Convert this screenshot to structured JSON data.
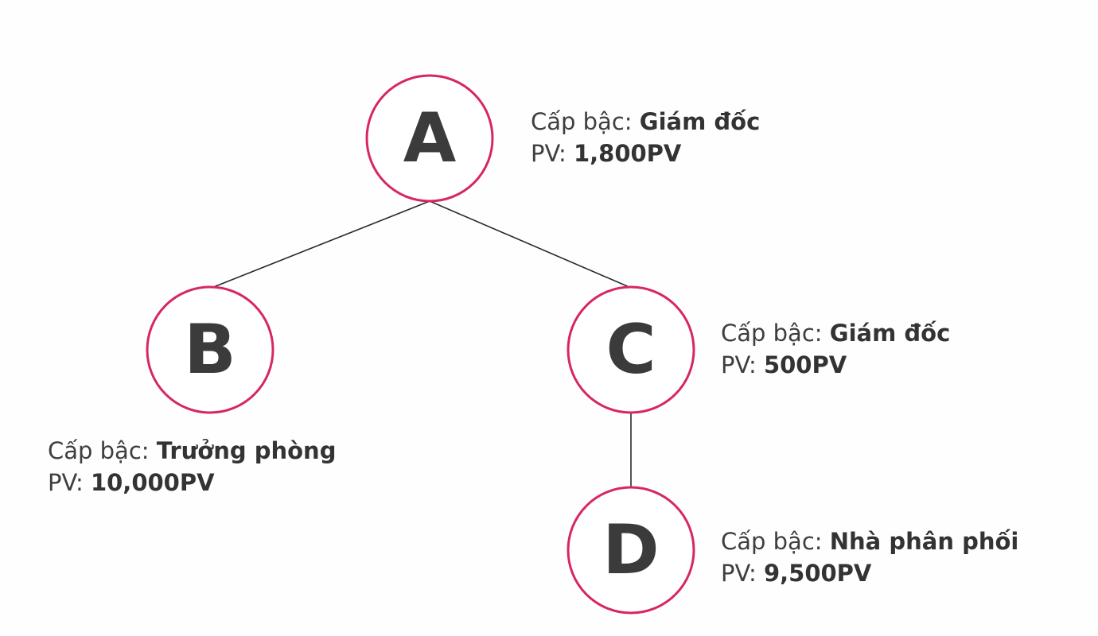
{
  "nodes": {
    "a": {
      "letter": "A",
      "rank_label": "Cấp bậc:",
      "rank": "Giám đốc",
      "pv_label": "PV:",
      "pv": "1,800PV"
    },
    "b": {
      "letter": "B",
      "rank_label": "Cấp bậc:",
      "rank": "Trưởng phòng",
      "pv_label": "PV:",
      "pv": "10,000PV"
    },
    "c": {
      "letter": "C",
      "rank_label": "Cấp bậc:",
      "rank": "Giám đốc",
      "pv_label": "PV:",
      "pv": "500PV"
    },
    "d": {
      "letter": "D",
      "rank_label": "Cấp bậc:",
      "rank": "Nhà phân phối",
      "pv_label": "PV:",
      "pv": "9,500PV"
    }
  },
  "edges": [
    {
      "from": "A",
      "to": "B"
    },
    {
      "from": "A",
      "to": "C"
    },
    {
      "from": "C",
      "to": "D"
    }
  ],
  "colors": {
    "circle_stroke": "#d6285e",
    "edge": "#2a2a2a",
    "letter": "#3b3b3b",
    "text": "#3e3e3e"
  }
}
